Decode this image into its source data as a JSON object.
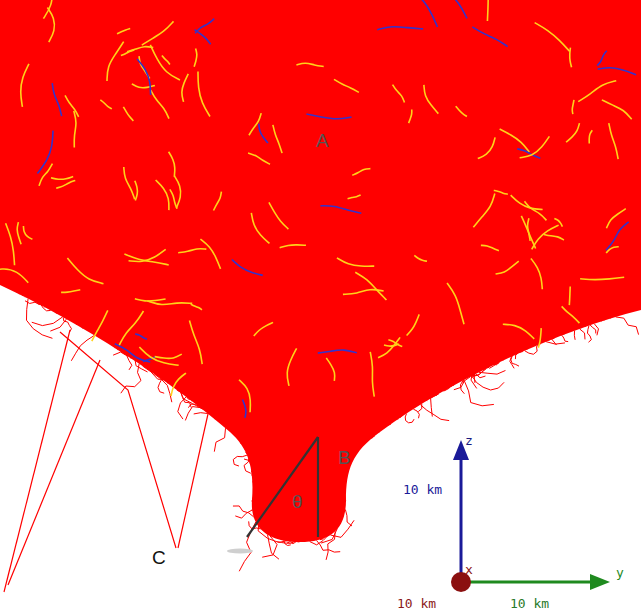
{
  "diagram": {
    "labels": [
      "A",
      "z",
      "θ",
      "B",
      "10 km",
      "x",
      "y",
      "C",
      "10 km",
      "10 km"
    ]
  }
}
